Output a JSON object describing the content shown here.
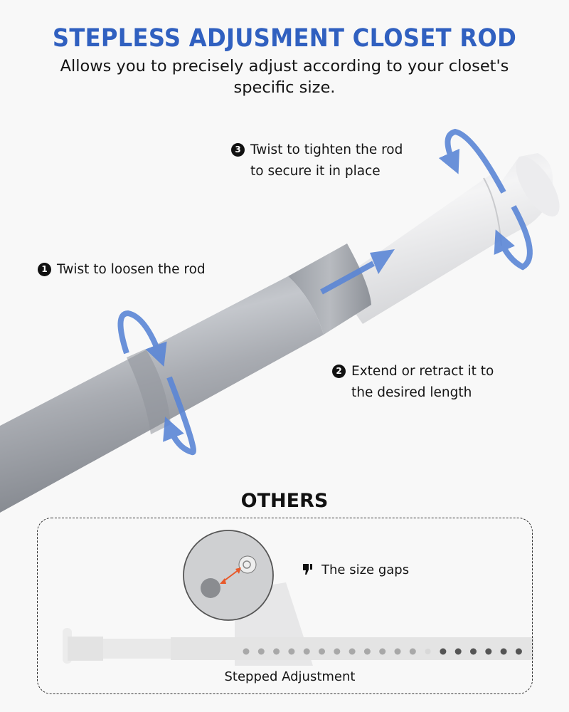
{
  "header": {
    "title": "STEPLESS ADJUSMENT CLOSET ROD",
    "subtitle": "Allows you to precisely adjust according to your closet's specific size."
  },
  "steps": [
    {
      "number": "1",
      "line1": "Twist to loosen the rod",
      "line2": ""
    },
    {
      "number": "2",
      "line1": "Extend or retract it to",
      "line2": "the desired length"
    },
    {
      "number": "3",
      "line1": "Twist to tighten the rod",
      "line2": "to secure it in place"
    }
  ],
  "comparison": {
    "title": "OTHERS",
    "note": "The size gaps",
    "note_icon": "thumbs-down-icon",
    "label": "Stepped Adjustment"
  },
  "colors": {
    "title_blue": "#3060c0",
    "arrow_blue": "#5b86d6",
    "gap_arrow_orange": "#e8592a",
    "rod_gray": "#9ea3ab",
    "rod_white": "#e8e9eb"
  }
}
